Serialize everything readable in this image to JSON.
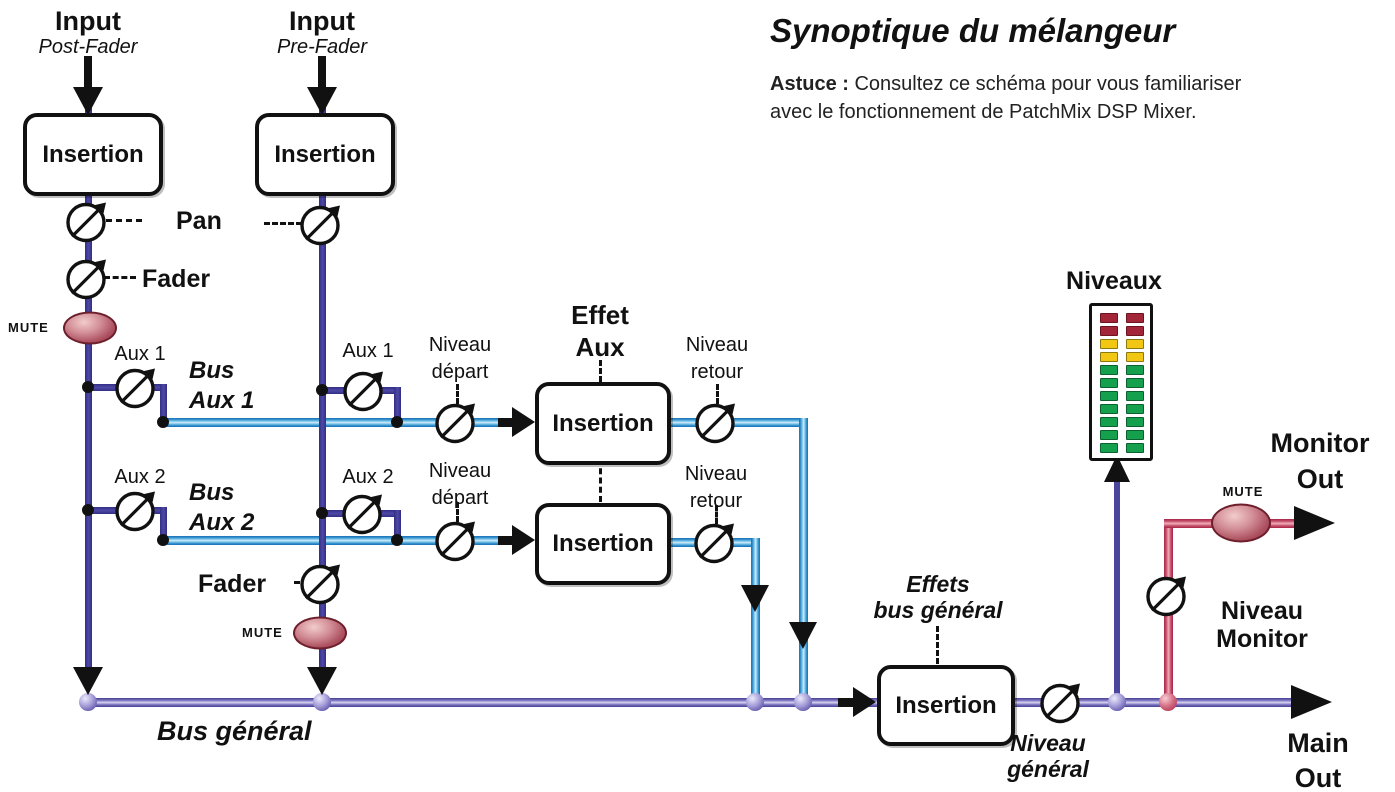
{
  "title": "Synoptique du mélangeur",
  "tip": {
    "label": "Astuce :",
    "line1": "Consultez ce schéma pour vous familiariser",
    "line2": "avec le fonctionnement de PatchMix DSP Mixer."
  },
  "channel_post": {
    "input": "Input",
    "type": "Post-Fader",
    "pan": "Pan",
    "fader": "Fader",
    "mute": "MUTE",
    "aux1": "Aux 1",
    "aux2": "Aux 2"
  },
  "channel_pre": {
    "input": "Input",
    "type": "Pre-Fader",
    "fader": "Fader",
    "mute": "MUTE",
    "aux1": "Aux 1",
    "aux2": "Aux 2"
  },
  "boxes": {
    "in_post": "Insertion",
    "in_pre": "Insertion",
    "fx1": "Insertion",
    "fx2": "Insertion",
    "master": "Insertion"
  },
  "buses": {
    "aux1": [
      "Bus",
      "Aux 1"
    ],
    "aux2": [
      "Bus",
      "Aux 2"
    ],
    "main": "Bus général"
  },
  "sends": {
    "s1": [
      "Niveau",
      "départ"
    ],
    "s2": [
      "Niveau",
      "départ"
    ],
    "r1": [
      "Niveau",
      "retour"
    ],
    "r2": [
      "Niveau",
      "retour"
    ]
  },
  "fx": {
    "title": [
      "Effet",
      "Aux"
    ]
  },
  "master_fx": {
    "title": [
      "Effets",
      "bus général"
    ]
  },
  "master": {
    "level": [
      "Niveau",
      "général"
    ],
    "meter_title": "Niveaux",
    "main_out": [
      "Main",
      "Out"
    ]
  },
  "monitor": {
    "out": [
      "Monitor",
      "Out"
    ],
    "mute": "MUTE",
    "level": [
      "Niveau",
      "Monitor"
    ]
  },
  "meter": {
    "rows": [
      "red",
      "red",
      "yellow",
      "yellow",
      "green",
      "green",
      "green",
      "green",
      "green",
      "green",
      "green"
    ],
    "columns": 2
  },
  "colors": {
    "indigo_line": "#3b3793",
    "aux_bus_line": "#49a4dd",
    "main_bus_line": "#8d86cc",
    "monitor_line": "#cc5570",
    "mute_fill": "#b25060",
    "meter_red": "#a32638",
    "meter_yellow": "#f2c713",
    "meter_green": "#14a04c"
  }
}
